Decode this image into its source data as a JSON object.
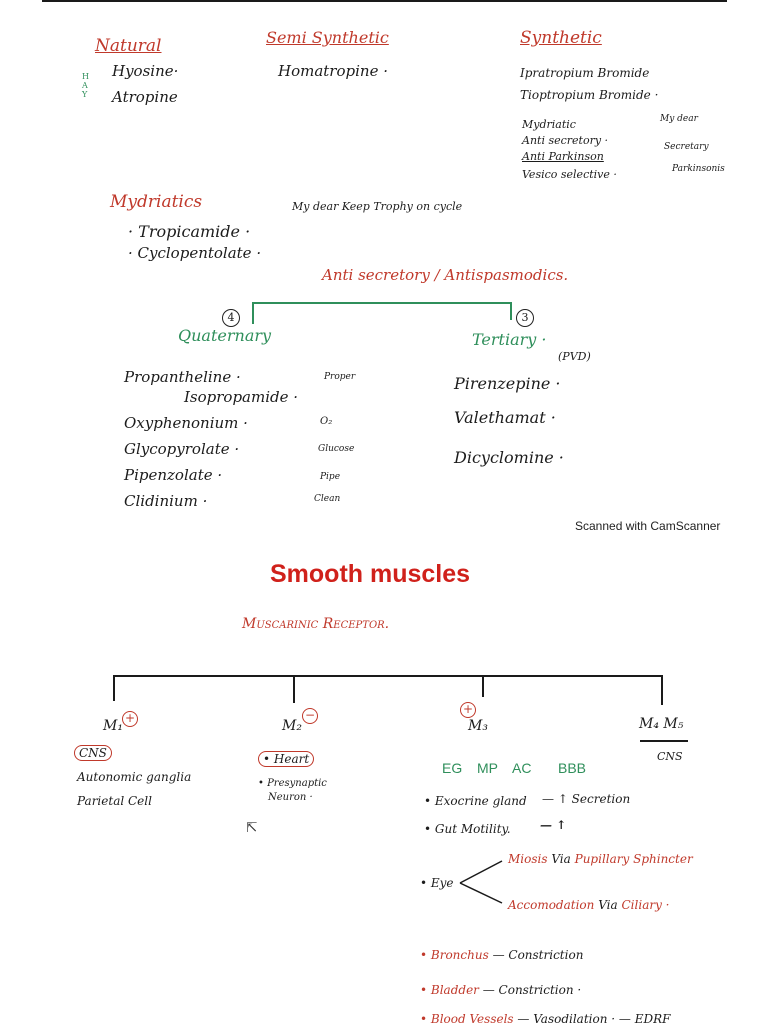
{
  "top_section": {
    "natural": {
      "heading": "Natural",
      "items": [
        "Hyosine·",
        "Atropine"
      ],
      "side_letters": "H A Y"
    },
    "semi_synthetic": {
      "heading": "Semi Synthetic",
      "items": [
        "Homatropine ·"
      ]
    },
    "synthetic": {
      "heading": "Synthetic",
      "items": [
        "Ipratropium Bromide",
        "Tioptropium Bromide ·"
      ],
      "uses": [
        "Mydriatic",
        "Anti secretory ·",
        "Anti Parkinson",
        "Vesico selective ·"
      ],
      "mnemonic": [
        "My dear",
        "Secretary",
        "Parkinsonis"
      ]
    }
  },
  "mydriatics": {
    "heading": "Mydriatics",
    "mnemonic": "My dear Keep Trophy on cycle",
    "items": [
      "· Tropicamide ·",
      "· Cyclopentolate ·"
    ]
  },
  "anti_secretory": {
    "heading": "Anti secretory / Antispasmodics.",
    "quaternary": {
      "number": "4",
      "label": "Quaternary",
      "items": [
        "Propantheline ·",
        "Isopropamide ·",
        "Oxyphenonium ·",
        "Glycopyrolate ·",
        "Pipenzolate ·",
        "Clidinium ·"
      ],
      "mnemonic": [
        "Proper",
        "O₂",
        "Glucose",
        "Pipe",
        "Clean"
      ]
    },
    "tertiary": {
      "number": "3",
      "label": "Tertiary ·",
      "note": "(PVD)",
      "items": [
        "Pirenzepine ·",
        "Valethamat ·",
        "Dicyclomine ·"
      ]
    }
  },
  "watermark": "Scanned with CamScanner",
  "smooth_muscles": {
    "title": "Smooth muscles",
    "receptor_heading": "Muscarinic Receptor.",
    "receptors": [
      {
        "label": "M₁",
        "sign": "+",
        "box": "CNS",
        "items": [
          "Autonomic ganglia",
          "Parietal Cell"
        ]
      },
      {
        "label": "M₂",
        "sign": "−",
        "box": "• Heart",
        "items": [
          "• Presynaptic",
          "Neuron ·"
        ]
      },
      {
        "label": "M₃",
        "sign": "+",
        "abbrev": [
          "EG",
          "MP",
          "AC",
          "BBB"
        ]
      },
      {
        "label": "M₄ M₅",
        "note": "CNS"
      }
    ],
    "m3_effects": {
      "exocrine": "• Exocrine gland",
      "exocrine_effect": "— ↑ Secretion",
      "gut": "• Gut Motility.",
      "gut_effect": "— ↑",
      "eye": "• Eye",
      "miosis_a": "Miosis",
      "miosis_b": "Via",
      "miosis_c": "Pupillary Sphincter",
      "accom_a": "Accomodation",
      "accom_b": "Via",
      "accom_c": "Ciliary ·",
      "bronchus_a": "• Bronchus",
      "bronchus_b": "— Constriction",
      "bladder_a": "• Bladder",
      "bladder_b": "— Constriction ·",
      "vessels_a": "• Blood Vessels",
      "vessels_b": "— Vasodilation ·",
      "vessels_c": "— EDRF"
    }
  }
}
